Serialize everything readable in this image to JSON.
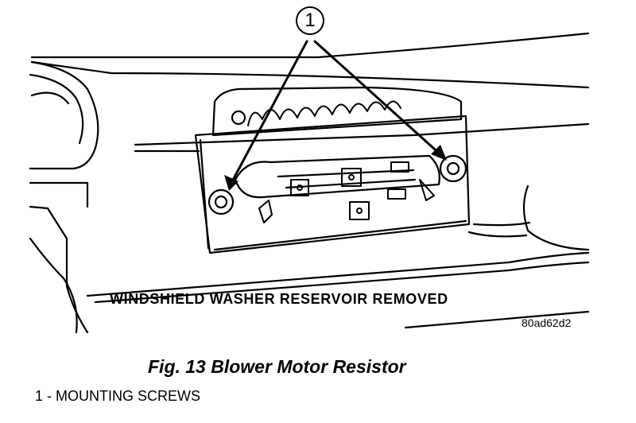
{
  "callout": {
    "number": "1"
  },
  "drawing": {
    "caption": "WINDSHIELD WASHER RESERVOIR REMOVED",
    "id": "80ad62d2"
  },
  "figure": {
    "title": "Fig. 13 Blower Motor Resistor"
  },
  "legend": {
    "items": [
      {
        "label": "1 - MOUNTING SCREWS"
      }
    ]
  },
  "colors": {
    "ink": "#000000",
    "paper": "#ffffff"
  }
}
